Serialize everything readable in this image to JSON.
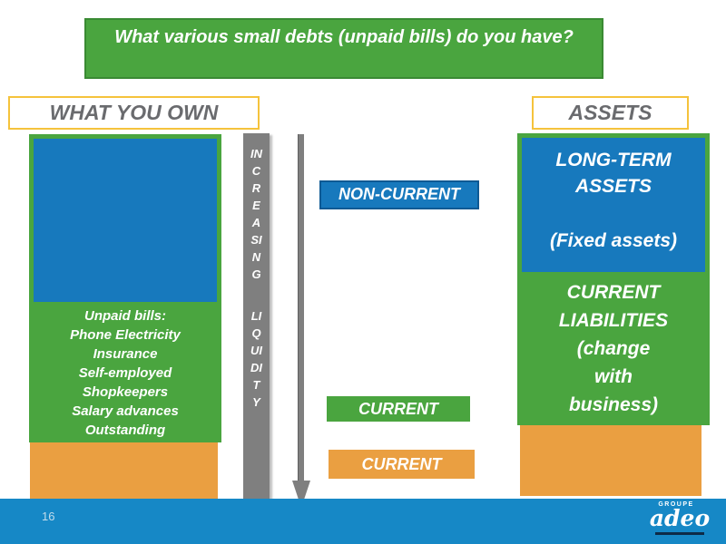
{
  "title": "What various small debts (unpaid bills) do you have?",
  "headers": {
    "left": "WHAT YOU OWN",
    "right": "ASSETS"
  },
  "left_column": {
    "lines": [
      "Unpaid bills:",
      "Phone Electricity",
      "Insurance",
      "Self-employed",
      "Shopkeepers",
      "Salary advances",
      "Outstanding"
    ]
  },
  "liquidity_axis": {
    "top_word": "INCREASING",
    "bottom_word": "LIQUIDITY"
  },
  "category_labels": {
    "non_current": "NON-CURRENT",
    "current_mid": "CURRENT",
    "current_bottom": "CURRENT"
  },
  "right_column": {
    "long_term_title": "LONG-TERM ASSETS",
    "long_term_subtitle": "(Fixed assets)",
    "liabilities_lines": [
      "CURRENT",
      "LIABILITIES",
      "(change",
      "with",
      "business)"
    ]
  },
  "footer": {
    "page_number": "16",
    "logo_group": "GROUPE",
    "logo_name": "adeo"
  },
  "colors": {
    "green": "#4AA53F",
    "green_border": "#3A8A33",
    "blue": "#1779BD",
    "blue_border": "#0E5A94",
    "orange": "#EA9F41",
    "gray_bar": "#7F7F7F",
    "footer_blue": "#1688C6",
    "yellow_border": "#F5C33C",
    "header_text": "#6A6B6E"
  }
}
